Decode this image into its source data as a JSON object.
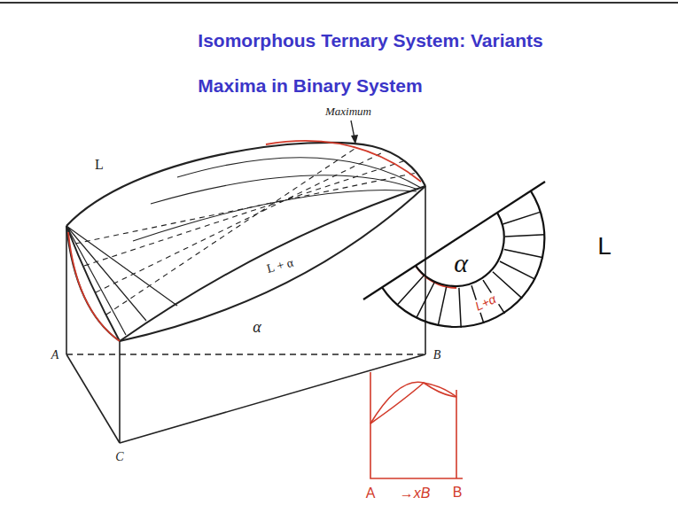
{
  "diagram": {
    "title": "Isomorphous Ternary System: Variants",
    "labels": [
      "Maxima in Binary System",
      "Maximum",
      "L",
      "L + α",
      "α",
      "A",
      "B",
      "C",
      "α",
      "L",
      "L+α",
      "A",
      "→xB",
      "B"
    ]
  }
}
